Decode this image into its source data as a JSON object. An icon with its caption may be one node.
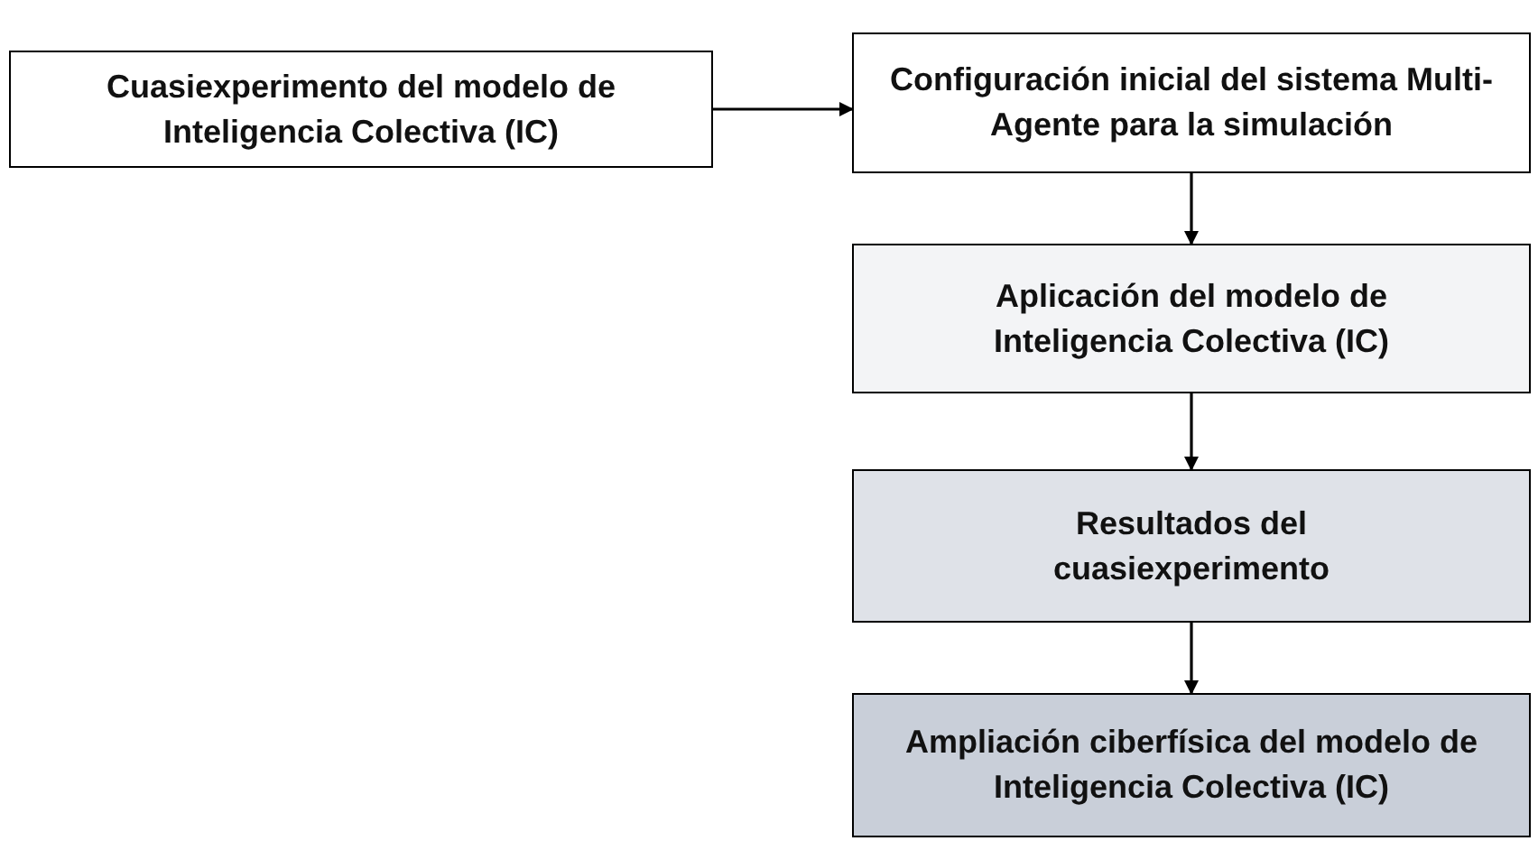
{
  "diagram": {
    "nodes": [
      {
        "text": [
          "Cuasiexperimento del modelo de Inteligencia Colectiva (IC)"
        ]
      },
      {
        "text": [
          "Configuración inicial del sistema Multi-Agente para la simulación"
        ]
      },
      {
        "text": [
          "Aplicación del modelo de Inteligencia Colectiva (IC)"
        ]
      },
      {
        "text": [
          "Resultados del cuasiexperimento"
        ]
      },
      {
        "text": [
          "Ampliación ciberfísica del modelo de Inteligencia Colectiva (IC)"
        ]
      }
    ],
    "edges": [
      {
        "from": 0,
        "to": 1,
        "arrow": "to"
      },
      {
        "from": 1,
        "to": 2,
        "arrow": "to"
      },
      {
        "from": 2,
        "to": 3,
        "arrow": "to"
      },
      {
        "from": 3,
        "to": 4,
        "arrow": "to"
      }
    ]
  }
}
